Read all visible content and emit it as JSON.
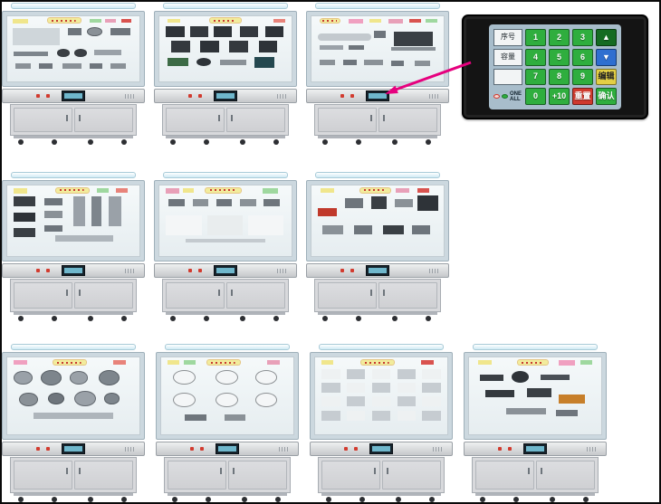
{
  "accent": {
    "arrow_color": "#e6007e"
  },
  "panel": {
    "side_labels": [
      "序号",
      "容量"
    ],
    "one_all": "ONE ALL",
    "key_colors": {
      "num": "#2fae3e",
      "pgup": "#156b22",
      "pgdn": "#2f6fd0",
      "edit": "#e3cf45",
      "reset": "#cf3a2e",
      "ok": "#2fae3e"
    },
    "keys": [
      {
        "label": "1",
        "type": "num",
        "name": "key-1"
      },
      {
        "label": "2",
        "type": "num",
        "name": "key-2"
      },
      {
        "label": "3",
        "type": "num",
        "name": "key-3"
      },
      {
        "label": "▲",
        "type": "pgup",
        "name": "key-page-up"
      },
      {
        "label": "4",
        "type": "num",
        "name": "key-4"
      },
      {
        "label": "5",
        "type": "num",
        "name": "key-5"
      },
      {
        "label": "6",
        "type": "num",
        "name": "key-6"
      },
      {
        "label": "▼",
        "type": "pgdn",
        "name": "key-page-down"
      },
      {
        "label": "7",
        "type": "num",
        "name": "key-7"
      },
      {
        "label": "8",
        "type": "num",
        "name": "key-8"
      },
      {
        "label": "9",
        "type": "num",
        "name": "key-9"
      },
      {
        "label": "编辑",
        "type": "edit",
        "name": "key-edit"
      },
      {
        "label": "0",
        "type": "num",
        "name": "key-0"
      },
      {
        "label": "+10",
        "type": "num",
        "name": "key-plus-10"
      },
      {
        "label": "重置",
        "type": "reset",
        "name": "key-reset"
      },
      {
        "label": "确认",
        "type": "ok",
        "name": "key-confirm"
      }
    ]
  },
  "cabinets": [
    {
      "name": "cabinet-1",
      "row": 1,
      "blocks": [
        [
          30,
          2,
          26,
          9,
          "#f2ec9c",
          "b"
        ],
        [
          4,
          4,
          12,
          7,
          "#f0e68c",
          "r"
        ],
        [
          62,
          4,
          9,
          6,
          "#9fd89f",
          "r"
        ],
        [
          74,
          4,
          8,
          6,
          "#e8a0b8",
          "r"
        ],
        [
          86,
          4,
          8,
          6,
          "#d9534f",
          "r"
        ],
        [
          4,
          18,
          36,
          26,
          "#cfd6da",
          "r"
        ],
        [
          46,
          18,
          10,
          11,
          "#6e757c",
          "r"
        ],
        [
          60,
          16,
          12,
          14,
          "#8a9197",
          "c"
        ],
        [
          78,
          18,
          15,
          11,
          "#6e757c",
          "r"
        ],
        [
          5,
          54,
          26,
          7,
          "#7d858c",
          "r"
        ],
        [
          38,
          50,
          9,
          12,
          "#3a3f44",
          "c"
        ],
        [
          51,
          50,
          9,
          12,
          "#3a3f44",
          "c"
        ],
        [
          66,
          52,
          20,
          8,
          "#9aa1a8",
          "r"
        ],
        [
          6,
          72,
          12,
          9,
          "#8a9197",
          "r"
        ],
        [
          24,
          72,
          10,
          9,
          "#6e757c",
          "r"
        ],
        [
          42,
          72,
          14,
          9,
          "#8a9197",
          "r"
        ],
        [
          62,
          72,
          10,
          9,
          "#6e757c",
          "r"
        ],
        [
          78,
          72,
          12,
          9,
          "#8a9197",
          "r"
        ]
      ]
    },
    {
      "name": "cabinet-2",
      "row": 1,
      "blocks": [
        [
          38,
          2,
          24,
          9,
          "#f2ec9c",
          "b"
        ],
        [
          6,
          4,
          10,
          6,
          "#f0e68c",
          "r"
        ],
        [
          86,
          4,
          9,
          6,
          "#e8837a",
          "r"
        ],
        [
          5,
          15,
          14,
          17,
          "#2e3338",
          "r"
        ],
        [
          23,
          15,
          14,
          17,
          "#34393e",
          "r"
        ],
        [
          41,
          15,
          14,
          17,
          "#2e3338",
          "r"
        ],
        [
          61,
          15,
          14,
          17,
          "#34393e",
          "r"
        ],
        [
          80,
          15,
          14,
          17,
          "#2e3338",
          "r"
        ],
        [
          9,
          38,
          14,
          17,
          "#34393e",
          "r"
        ],
        [
          31,
          38,
          14,
          17,
          "#2e3338",
          "r"
        ],
        [
          53,
          38,
          14,
          17,
          "#34393e",
          "r"
        ],
        [
          75,
          38,
          14,
          17,
          "#2e3338",
          "r"
        ],
        [
          6,
          64,
          16,
          13,
          "#3d6b46",
          "r"
        ],
        [
          28,
          64,
          11,
          13,
          "#2e3338",
          "c"
        ],
        [
          46,
          66,
          20,
          9,
          "#8a9197",
          "r"
        ],
        [
          72,
          62,
          15,
          17,
          "#24484f",
          "r"
        ]
      ]
    },
    {
      "name": "cabinet-3",
      "row": 1,
      "blocks": [
        [
          6,
          3,
          16,
          8,
          "#f2ec9c",
          "b"
        ],
        [
          28,
          4,
          11,
          7,
          "#f0a0c0",
          "r"
        ],
        [
          44,
          4,
          9,
          6,
          "#f0e68c",
          "r"
        ],
        [
          58,
          4,
          11,
          7,
          "#e8a0b8",
          "r"
        ],
        [
          74,
          4,
          9,
          6,
          "#d9534f",
          "r"
        ],
        [
          86,
          4,
          9,
          6,
          "#9fd89f",
          "r"
        ],
        [
          5,
          26,
          40,
          11,
          "#c3c9ce",
          "p"
        ],
        [
          47,
          22,
          9,
          12,
          "#6e757c",
          "r"
        ],
        [
          62,
          24,
          30,
          22,
          "#3a3f44",
          "r"
        ],
        [
          60,
          47,
          34,
          6,
          "#8a9197",
          "r"
        ],
        [
          6,
          44,
          18,
          8,
          "#9aa1a8",
          "r"
        ],
        [
          28,
          44,
          12,
          8,
          "#6e757c",
          "r"
        ],
        [
          6,
          66,
          12,
          9,
          "#8a9197",
          "r"
        ],
        [
          24,
          66,
          10,
          9,
          "#6e757c",
          "r"
        ],
        [
          40,
          66,
          14,
          9,
          "#8a9197",
          "r"
        ],
        [
          60,
          68,
          10,
          8,
          "#6e757c",
          "r"
        ],
        [
          78,
          68,
          12,
          8,
          "#8a9197",
          "r"
        ]
      ]
    },
    {
      "name": "cabinet-4",
      "row": 2,
      "blocks": [
        [
          36,
          2,
          26,
          9,
          "#f2ec9c",
          "b"
        ],
        [
          5,
          4,
          10,
          7,
          "#f0e68c",
          "r"
        ],
        [
          68,
          4,
          9,
          6,
          "#9fd89f",
          "r"
        ],
        [
          82,
          4,
          9,
          6,
          "#e8837a",
          "r"
        ],
        [
          5,
          16,
          16,
          13,
          "#3a3f44",
          "r"
        ],
        [
          5,
          38,
          16,
          13,
          "#2e3338",
          "r"
        ],
        [
          5,
          60,
          16,
          13,
          "#3a3f44",
          "r"
        ],
        [
          28,
          18,
          14,
          10,
          "#6e757c",
          "r"
        ],
        [
          28,
          36,
          14,
          10,
          "#8a9197",
          "r"
        ],
        [
          28,
          56,
          14,
          10,
          "#6e757c",
          "r"
        ],
        [
          50,
          16,
          9,
          42,
          "#9aa1a8",
          "r"
        ],
        [
          64,
          16,
          7,
          42,
          "#7d858c",
          "r"
        ],
        [
          77,
          16,
          9,
          42,
          "#9aa1a8",
          "r"
        ],
        [
          36,
          70,
          44,
          9,
          "#aeb5bb",
          "r"
        ]
      ]
    },
    {
      "name": "cabinet-5",
      "row": 2,
      "blocks": [
        [
          34,
          2,
          28,
          9,
          "#f2ec9c",
          "b"
        ],
        [
          5,
          4,
          10,
          7,
          "#e8a0b8",
          "r"
        ],
        [
          18,
          4,
          8,
          6,
          "#f0e68c",
          "r"
        ],
        [
          78,
          4,
          12,
          7,
          "#9fd89f",
          "r"
        ],
        [
          7,
          19,
          12,
          10,
          "#6e757c",
          "r"
        ],
        [
          25,
          19,
          12,
          10,
          "#8a9197",
          "r"
        ],
        [
          43,
          19,
          12,
          10,
          "#6e757c",
          "r"
        ],
        [
          61,
          19,
          12,
          10,
          "#8a9197",
          "r"
        ],
        [
          79,
          19,
          12,
          10,
          "#6e757c",
          "r"
        ],
        [
          5,
          42,
          27,
          28,
          "#f4f6f7",
          "r"
        ],
        [
          36,
          42,
          27,
          28,
          "#e9edee",
          "r"
        ],
        [
          67,
          42,
          27,
          28,
          "#f4f6f7",
          "r"
        ],
        [
          20,
          76,
          60,
          5,
          "#c4cacf",
          "r"
        ]
      ]
    },
    {
      "name": "cabinet-6",
      "row": 2,
      "blocks": [
        [
          36,
          2,
          24,
          9,
          "#f2ec9c",
          "b"
        ],
        [
          7,
          4,
          10,
          6,
          "#f0e68c",
          "r"
        ],
        [
          64,
          4,
          10,
          6,
          "#e8a0b8",
          "r"
        ],
        [
          80,
          4,
          9,
          6,
          "#d9534f",
          "r"
        ],
        [
          5,
          32,
          14,
          12,
          "#c0392b",
          "r"
        ],
        [
          25,
          18,
          14,
          14,
          "#6e757c",
          "r"
        ],
        [
          45,
          16,
          12,
          17,
          "#3a3f44",
          "r"
        ],
        [
          63,
          19,
          14,
          12,
          "#8a9197",
          "r"
        ],
        [
          80,
          14,
          16,
          22,
          "#2e3338",
          "r"
        ],
        [
          8,
          56,
          16,
          13,
          "#8a9197",
          "r"
        ],
        [
          32,
          56,
          14,
          13,
          "#6e757c",
          "r"
        ],
        [
          54,
          56,
          16,
          13,
          "#3a3f44",
          "r"
        ],
        [
          76,
          56,
          14,
          13,
          "#6e757c",
          "r"
        ]
      ]
    },
    {
      "name": "cabinet-7",
      "row": 3,
      "blocks": [
        [
          34,
          2,
          26,
          9,
          "#f2ec9c",
          "b"
        ],
        [
          5,
          4,
          10,
          6,
          "#f0a0c0",
          "r"
        ],
        [
          80,
          4,
          10,
          6,
          "#e8837a",
          "r"
        ],
        [
          5,
          18,
          14,
          17,
          "#9aa1a8",
          "c"
        ],
        [
          25,
          16,
          16,
          20,
          "#7d858c",
          "c"
        ],
        [
          47,
          18,
          14,
          17,
          "#9aa1a8",
          "c"
        ],
        [
          69,
          16,
          16,
          20,
          "#7d858c",
          "c"
        ],
        [
          9,
          46,
          14,
          17,
          "#8a9197",
          "c"
        ],
        [
          31,
          46,
          12,
          15,
          "#6e757c",
          "c"
        ],
        [
          51,
          44,
          16,
          20,
          "#9aa1a8",
          "c"
        ],
        [
          73,
          46,
          12,
          15,
          "#7d858c",
          "c"
        ],
        [
          20,
          72,
          60,
          8,
          "#aeb5bb",
          "r"
        ]
      ]
    },
    {
      "name": "cabinet-8",
      "row": 3,
      "blocks": [
        [
          34,
          2,
          26,
          9,
          "#f2ec9c",
          "b"
        ],
        [
          5,
          4,
          9,
          6,
          "#f0e68c",
          "r"
        ],
        [
          17,
          4,
          9,
          6,
          "#9fd89f",
          "r"
        ],
        [
          80,
          4,
          10,
          6,
          "#e8a0b8",
          "r"
        ],
        [
          9,
          16,
          17,
          19,
          "#f4f6f7",
          "c"
        ],
        [
          41,
          16,
          17,
          19,
          "#f4f6f7",
          "c"
        ],
        [
          71,
          16,
          17,
          19,
          "#f4f6f7",
          "c"
        ],
        [
          9,
          46,
          17,
          19,
          "#f4f6f7",
          "c"
        ],
        [
          41,
          46,
          17,
          19,
          "#f4f6f7",
          "c"
        ],
        [
          71,
          46,
          17,
          19,
          "#f4f6f7",
          "c"
        ],
        [
          18,
          74,
          16,
          8,
          "#6e757c",
          "r"
        ],
        [
          48,
          74,
          16,
          8,
          "#8a9197",
          "r"
        ]
      ]
    },
    {
      "name": "cabinet-9",
      "row": 3,
      "blocks": [
        [
          34,
          2,
          26,
          9,
          "#f2ec9c",
          "b"
        ],
        [
          5,
          4,
          9,
          6,
          "#f0e68c",
          "r"
        ],
        [
          80,
          4,
          10,
          6,
          "#d9534f",
          "r"
        ],
        [
          5,
          15,
          14,
          13,
          "#eef1f2",
          "r"
        ],
        [
          24,
          15,
          14,
          13,
          "#c6ccd1",
          "r"
        ],
        [
          43,
          15,
          14,
          13,
          "#eef1f2",
          "r"
        ],
        [
          62,
          15,
          14,
          13,
          "#c6ccd1",
          "r"
        ],
        [
          81,
          15,
          14,
          13,
          "#eef1f2",
          "r"
        ],
        [
          5,
          33,
          14,
          13,
          "#c6ccd1",
          "r"
        ],
        [
          24,
          33,
          14,
          13,
          "#eef1f2",
          "r"
        ],
        [
          43,
          33,
          14,
          13,
          "#c6ccd1",
          "r"
        ],
        [
          62,
          33,
          14,
          13,
          "#eef1f2",
          "r"
        ],
        [
          81,
          33,
          14,
          13,
          "#c6ccd1",
          "r"
        ],
        [
          5,
          51,
          14,
          13,
          "#eef1f2",
          "r"
        ],
        [
          24,
          51,
          14,
          13,
          "#c6ccd1",
          "r"
        ],
        [
          43,
          51,
          14,
          13,
          "#eef1f2",
          "r"
        ],
        [
          62,
          51,
          14,
          13,
          "#c6ccd1",
          "r"
        ],
        [
          81,
          51,
          14,
          13,
          "#eef1f2",
          "r"
        ],
        [
          5,
          69,
          14,
          13,
          "#c6ccd1",
          "r"
        ],
        [
          24,
          69,
          14,
          13,
          "#eef1f2",
          "r"
        ],
        [
          43,
          69,
          14,
          13,
          "#c6ccd1",
          "r"
        ],
        [
          62,
          69,
          14,
          13,
          "#eef1f2",
          "r"
        ],
        [
          81,
          69,
          14,
          13,
          "#c6ccd1",
          "r"
        ]
      ]
    },
    {
      "name": "cabinet-10",
      "row": 3,
      "blocks": [
        [
          36,
          2,
          24,
          9,
          "#f2ec9c",
          "b"
        ],
        [
          7,
          4,
          10,
          6,
          "#f0e68c",
          "r"
        ],
        [
          68,
          4,
          12,
          7,
          "#f0a0c0",
          "r"
        ],
        [
          84,
          4,
          9,
          6,
          "#9fd89f",
          "r"
        ],
        [
          8,
          22,
          18,
          9,
          "#3a3f44",
          "r"
        ],
        [
          32,
          18,
          13,
          15,
          "#2e3338",
          "c"
        ],
        [
          54,
          22,
          22,
          8,
          "#4a5056",
          "r"
        ],
        [
          12,
          42,
          22,
          10,
          "#34393e",
          "r"
        ],
        [
          44,
          40,
          18,
          12,
          "#3a3f44",
          "r"
        ],
        [
          68,
          48,
          20,
          12,
          "#c77f2a",
          "r"
        ],
        [
          28,
          66,
          30,
          8,
          "#8a9197",
          "r"
        ],
        [
          66,
          68,
          16,
          8,
          "#6e757c",
          "r"
        ]
      ]
    }
  ]
}
